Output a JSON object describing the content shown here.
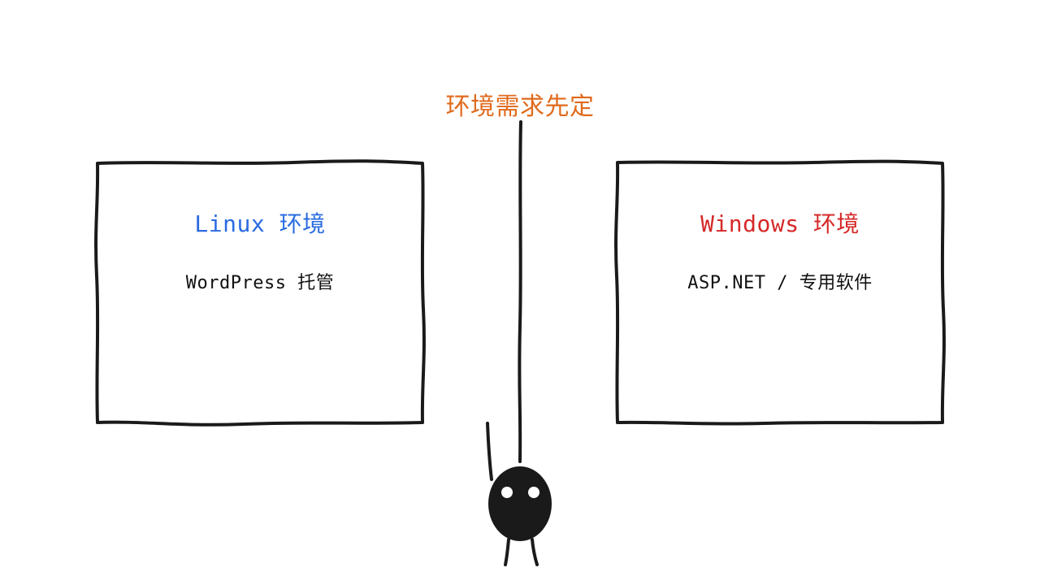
{
  "heading": {
    "text": "环境需求先定",
    "color": "#e06a1c"
  },
  "left_panel": {
    "title": "Linux 环境",
    "title_color": "#2a6be0",
    "description": "WordPress 托管",
    "description_color": "#111111"
  },
  "right_panel": {
    "title": "Windows 环境",
    "title_color": "#d62828",
    "description": "ASP.NET / 专用软件",
    "description_color": "#111111"
  },
  "style": {
    "ink_color": "#1a1a1a",
    "eye_color": "#ffffff"
  }
}
